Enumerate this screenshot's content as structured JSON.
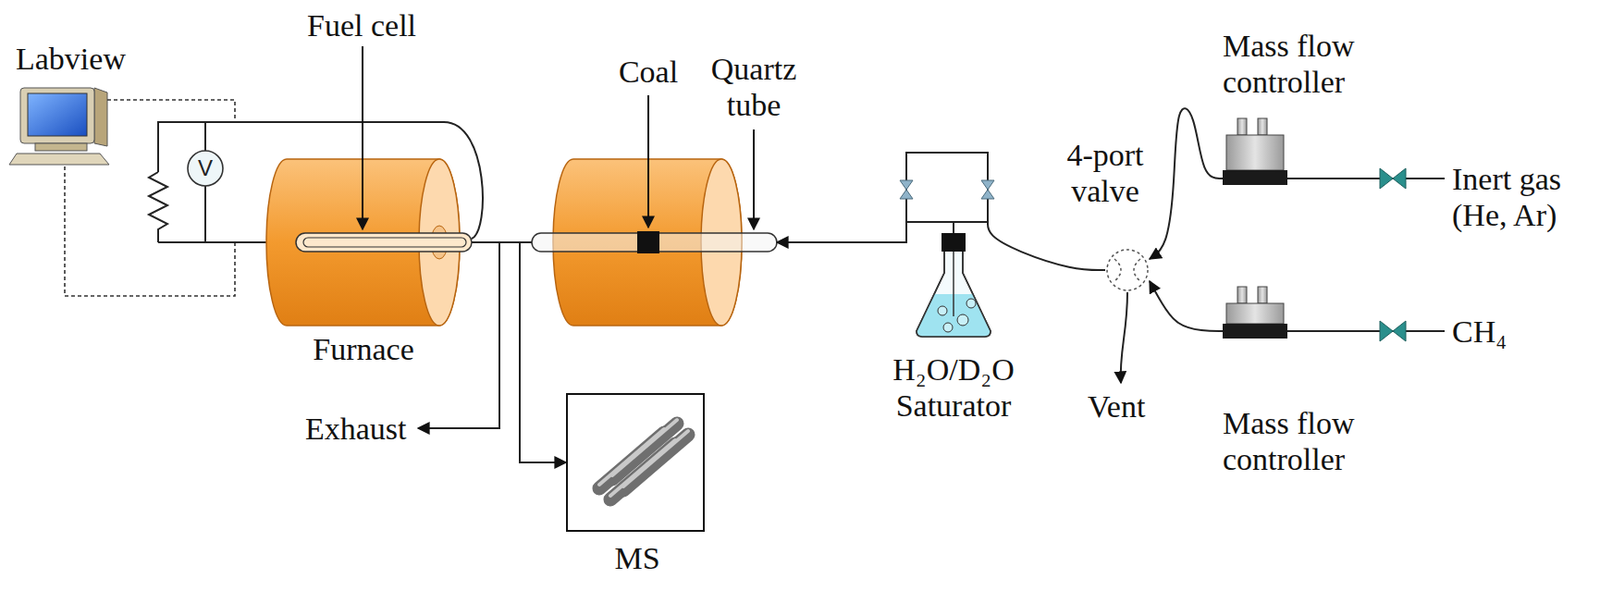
{
  "diagram": {
    "nodes": [
      {
        "text": [
          "Furnace"
        ]
      },
      {
        "text": [
          "Coal"
        ]
      },
      {
        "text": [
          "MS"
        ]
      },
      {
        "text": [
          "H₂O/D₂O Saturator"
        ]
      },
      {
        "text": [
          "4-port valve"
        ]
      },
      {
        "text": [
          "Mass flow controller"
        ]
      },
      {
        "text": [
          "Mass flow controller"
        ]
      }
    ],
    "edges": [
      {
        "from": 1,
        "to": 0,
        "arrow": "none"
      },
      {
        "from": 1,
        "to": 2,
        "arrow": "to"
      },
      {
        "from": 3,
        "to": 1,
        "arrow": "to"
      },
      {
        "from": 4,
        "to": 3,
        "arrow": "none"
      },
      {
        "from": 5,
        "to": 4,
        "arrow": "to"
      },
      {
        "from": 6,
        "to": 4,
        "arrow": "to"
      }
    ],
    "labels": [
      "Labview",
      "Fuel cell",
      "V",
      "Quartz tube",
      "Exhaust",
      "Vent",
      "Inert gas (He, Ar)",
      "CH₄"
    ]
  }
}
